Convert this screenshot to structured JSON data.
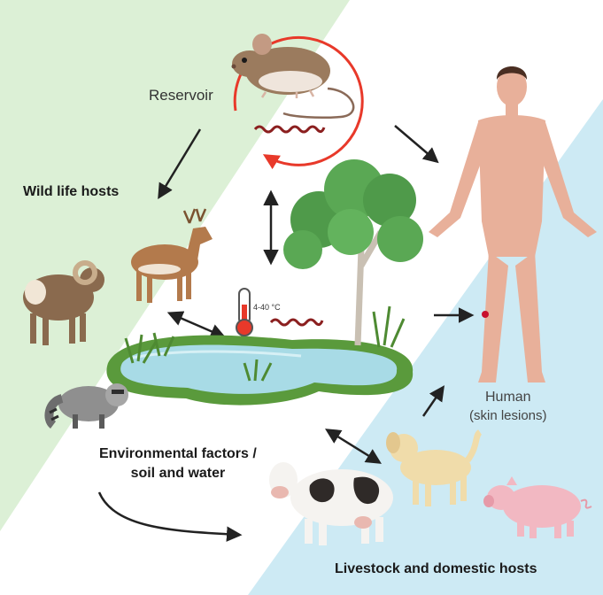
{
  "labels": {
    "reservoir": "Reservoir",
    "wildlife_hosts": "Wild life hosts",
    "env_line1": "Environmental factors /",
    "env_line2": "soil and water",
    "human": "Human",
    "human_sub": "(skin lesions)",
    "livestock": "Livestock and domestic hosts",
    "temperature": "4-40 °C"
  },
  "colors": {
    "wildlife_zone": "#dcf0d6",
    "domestic_zone": "#cdeaf4",
    "reservoir_ring": "#e8392a",
    "arrows": "#222222",
    "water": "#a8dbe6",
    "grass": "#5a9a3c",
    "skin": "#e8b09a",
    "lesion": "#c8102e"
  }
}
